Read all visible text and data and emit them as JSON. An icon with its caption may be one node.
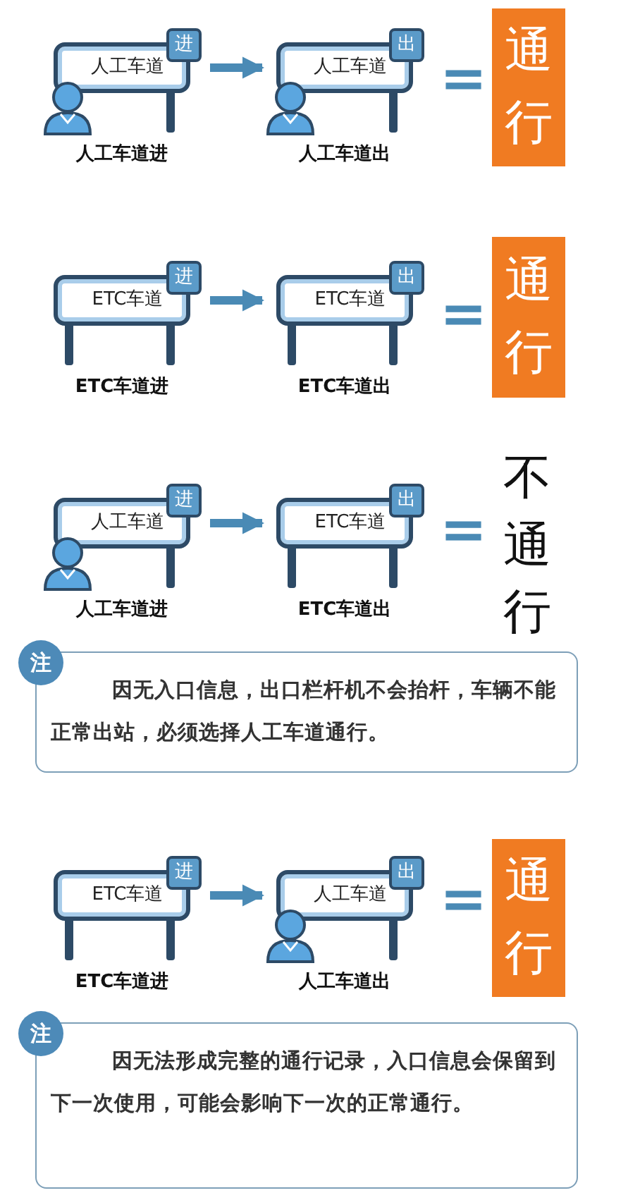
{
  "diagram": {
    "nodes": [
      {
        "text": [
          "人工车道",
          "进"
        ],
        "beside": [
          "人工车道进"
        ]
      },
      {
        "text": [
          "人工车道",
          "出"
        ],
        "beside": [
          "人工车道出"
        ]
      },
      {
        "text": [
          "通行"
        ]
      },
      {
        "text": [
          "ETC车道",
          "进"
        ],
        "beside": [
          "ETC车道进"
        ]
      },
      {
        "text": [
          "ETC车道",
          "出"
        ],
        "beside": [
          "ETC车道出"
        ]
      },
      {
        "text": [
          "通行"
        ]
      },
      {
        "text": [
          "人工车道",
          "进"
        ],
        "beside": [
          "人工车道进"
        ]
      },
      {
        "text": [
          "ETC车道",
          "出"
        ],
        "beside": [
          "ETC车道出"
        ]
      },
      {
        "text": [
          "注",
          "因无入口信息，出口栏杆机不会抬杆，车辆不能正常出站，必须选择人工车道通行。"
        ]
      },
      {
        "text": [
          "ETC车道",
          "进"
        ],
        "beside": [
          "ETC车道进"
        ]
      },
      {
        "text": [
          "人工车道",
          "出"
        ],
        "beside": [
          "人工车道出"
        ]
      },
      {
        "text": [
          "通行"
        ]
      },
      {
        "text": [
          "注",
          "因无法形成完整的通行记录，入口信息会保留到下一次使用，可能会影响下一次的正常通行。"
        ]
      }
    ],
    "edges": [
      {
        "from": 0,
        "to": 1,
        "arrow": "to"
      },
      {
        "from": 3,
        "to": 4,
        "arrow": "to"
      },
      {
        "from": 6,
        "to": 7,
        "arrow": "to"
      },
      {
        "from": 9,
        "to": 10,
        "arrow": "to"
      }
    ],
    "labels": [
      "=",
      "=",
      "=",
      "不通行",
      "="
    ]
  }
}
